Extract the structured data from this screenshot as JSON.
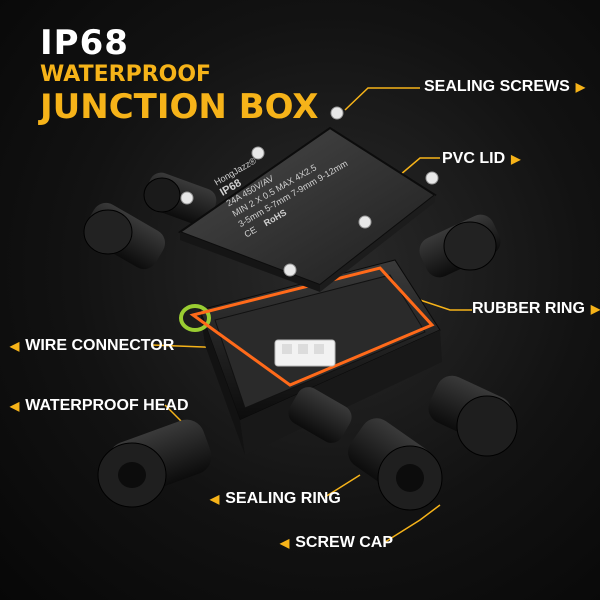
{
  "title": {
    "line1": "IP68",
    "line2": "WATERPROOF",
    "line3": "JUNCTION BOX"
  },
  "product_print": {
    "brand": "HongJazz®",
    "rating": "IP68",
    "spec1": "24A 450V/AV",
    "spec2": "MIN 2 X 0.5 MAX 4X2.5",
    "spec3": "3-5mm 5-7mm 7-9mm 9-12mm",
    "rohs": "RoHS",
    "ce": "CE"
  },
  "labels": {
    "sealing_screws": "SEALING SCREWS",
    "pvc_lid": "PVC LID",
    "rubber_ring": "RUBBER RING",
    "wire_connector": "WIRE CONNECTOR",
    "waterproof_head": "WATERPROOF HEAD",
    "sealing_ring": "SEALING RING",
    "screw_cap": "SCREW CAP"
  },
  "colors": {
    "accent": "#f6b319",
    "highlight_ring": "#ff6a1a",
    "background": "#121212",
    "product": "#1b1b1b"
  }
}
